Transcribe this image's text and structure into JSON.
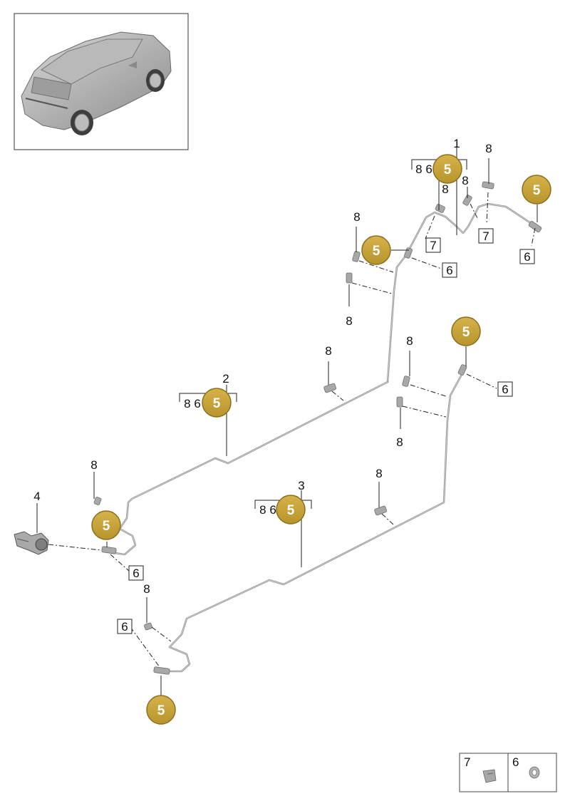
{
  "callouts": {
    "c1": "1",
    "c2": "2",
    "c3": "3",
    "c4": "4",
    "c5": "5",
    "c6": "6",
    "c7": "7",
    "c8": "8",
    "group_inner": "8  6"
  },
  "legend": {
    "item7": "7",
    "item6": "6"
  },
  "colors": {
    "badge_fill": "#c9a43a",
    "badge_stroke": "#8c6f1c",
    "pipe": "#9a9a9a"
  },
  "icons": {
    "thumbnail": "vehicle-thumbnail",
    "sensor": "sensor-icon",
    "clip7": "holder-clip-icon",
    "clip6": "clamp-ring-icon"
  }
}
